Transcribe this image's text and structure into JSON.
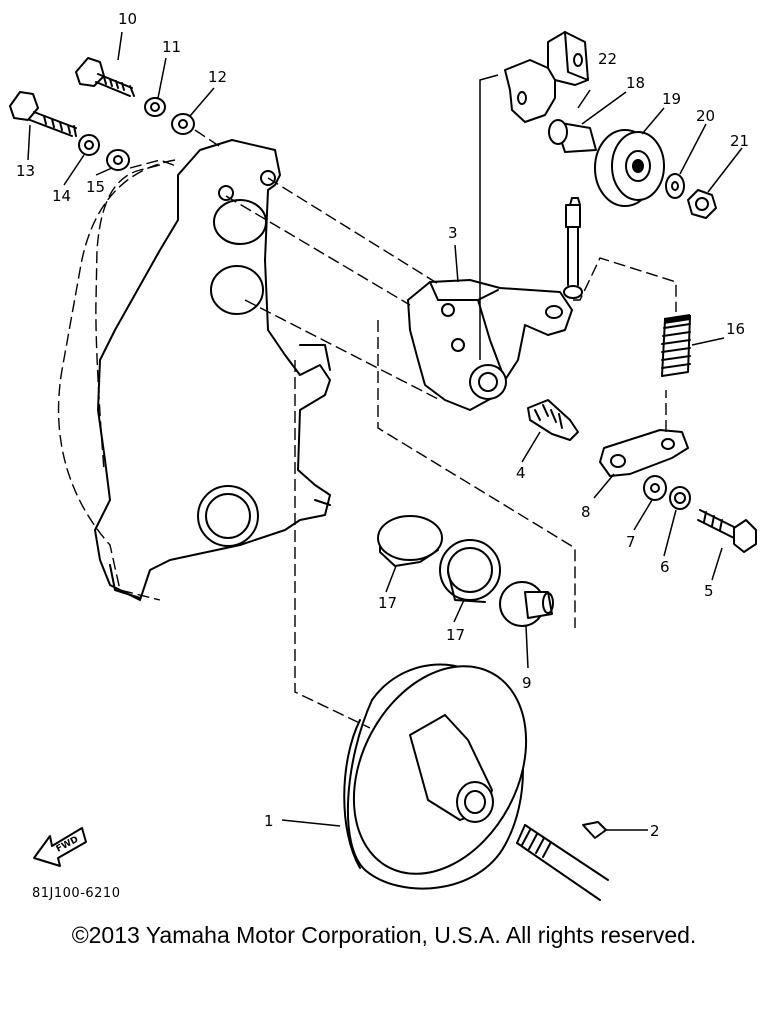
{
  "diagram": {
    "callouts": {
      "p1": "1",
      "p2": "2",
      "p3": "3",
      "p4": "4",
      "p5": "5",
      "p6": "6",
      "p7": "7",
      "p8": "8",
      "p9": "9",
      "p10": "10",
      "p11": "11",
      "p12": "12",
      "p13": "13",
      "p14": "14",
      "p15": "15",
      "p16": "16",
      "p17a": "17",
      "p17b": "17",
      "p18": "18",
      "p19": "19",
      "p20": "20",
      "p21": "21",
      "p22": "22"
    },
    "fwd_arrow_label": "FWD",
    "drawing_code": "81J100-6210"
  },
  "footer": {
    "copyright": "©2013 Yamaha Motor Corporation, U.S.A. All rights reserved."
  }
}
